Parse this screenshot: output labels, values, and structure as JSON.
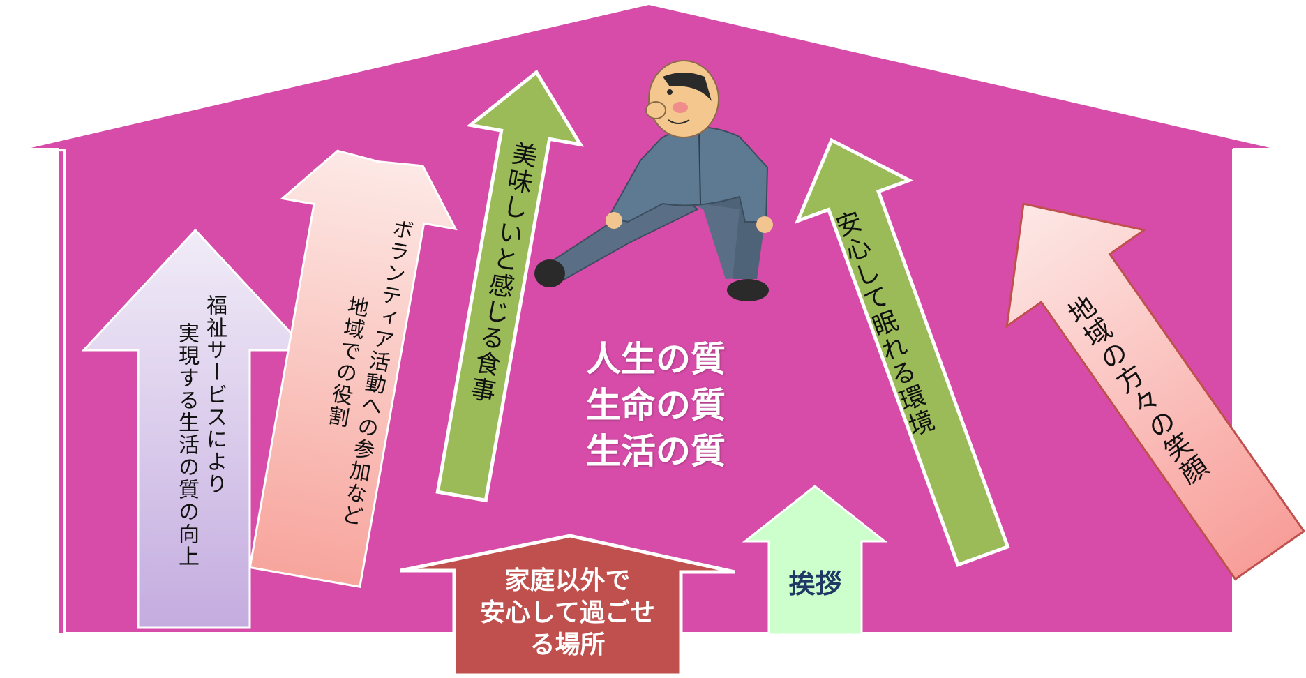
{
  "center": {
    "line1": "人生の質",
    "line2": "生命の質",
    "line3": "生活の質"
  },
  "arrows": {
    "welfare": {
      "line1": "福祉サービスにより",
      "line2": "実現する生活の質の向上"
    },
    "volunteer": {
      "line1": "ボランティア活動への参加など",
      "line2": "地域での役割"
    },
    "meal": {
      "label": "美味しいと感じる食事"
    },
    "sleep": {
      "label": "安心して眠れる環境"
    },
    "smile": {
      "label": "地域の方々の笑顔"
    },
    "greeting": {
      "label": "挨拶"
    },
    "place": {
      "line1": "家庭以外で",
      "line2": "安心して過ごせ",
      "line3": "る場所"
    }
  },
  "colors": {
    "house": "#d64ca8",
    "green_arrow": "#9bbb59",
    "place_box": "#c0504d",
    "greeting_arrow": "#ccffcc"
  }
}
